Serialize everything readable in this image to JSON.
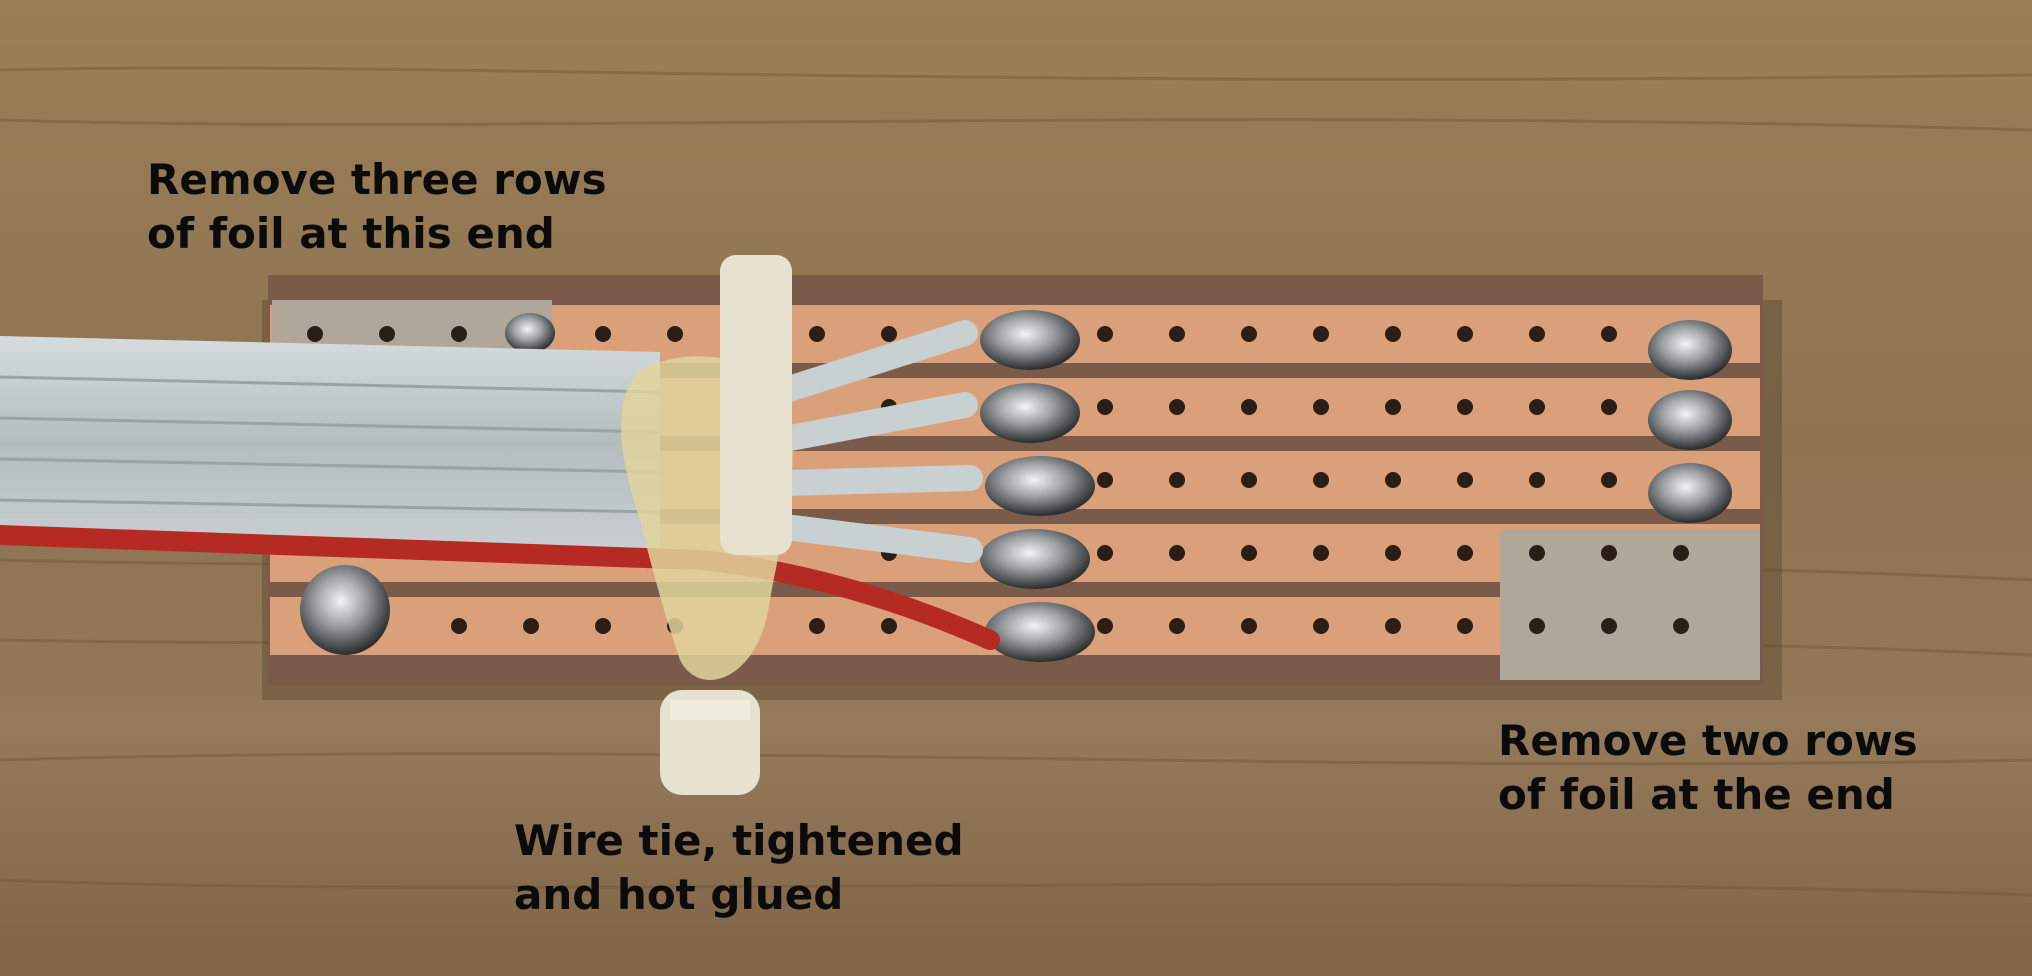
{
  "annotations": {
    "top_left": {
      "line1": "Remove three rows",
      "line2": "of foil at this end"
    },
    "bottom_right": {
      "line1": "Remove two rows",
      "line2": "of foil at the end"
    },
    "bottom_center": {
      "line1": "Wire tie, tightened",
      "line2": "and hot glued"
    }
  },
  "colors": {
    "wood": "#8f7650",
    "copper_strip": "#d9a07a",
    "board_gap": "#7a5a48",
    "bare_board": "#b0a79a",
    "solder": "#a9adb0",
    "ribbon_cable": "#c4cbcc",
    "red_wire": "#b52a22",
    "wire_tie": "#e6e2cf",
    "label_text": "#0b0b0b"
  }
}
